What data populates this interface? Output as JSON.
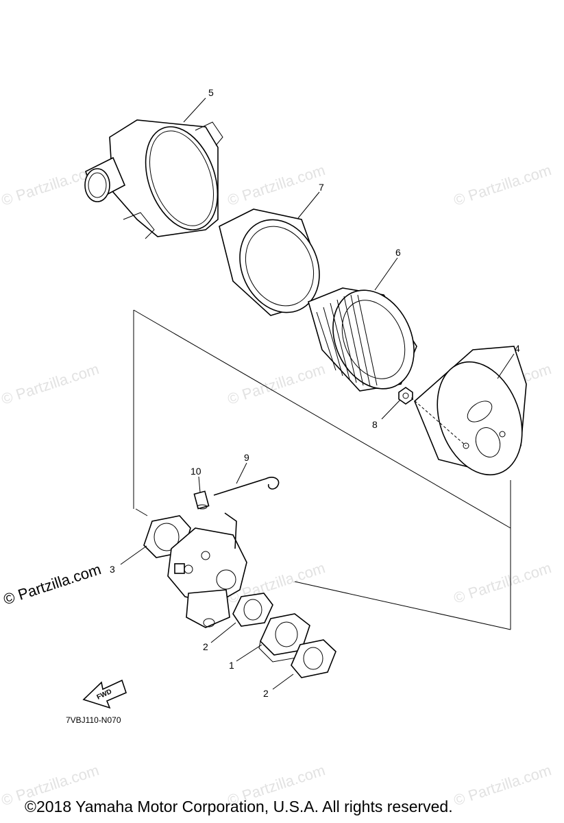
{
  "diagram": {
    "part_numbers": {
      "p1": "1",
      "p2a": "2",
      "p2b": "2",
      "p3": "3",
      "p4": "4",
      "p5": "5",
      "p6": "6",
      "p7": "7",
      "p8": "8",
      "p9": "9",
      "p10": "10"
    },
    "fwd_arrow_label": "FWD",
    "diagram_code": "7VBJ110-N070"
  },
  "watermark": {
    "text": "© Partzilla.com",
    "prominent_text": "© Partzilla.com"
  },
  "footer": {
    "copyright": "©2018 Yamaha Motor Corporation, U.S.A. All rights reserved."
  }
}
